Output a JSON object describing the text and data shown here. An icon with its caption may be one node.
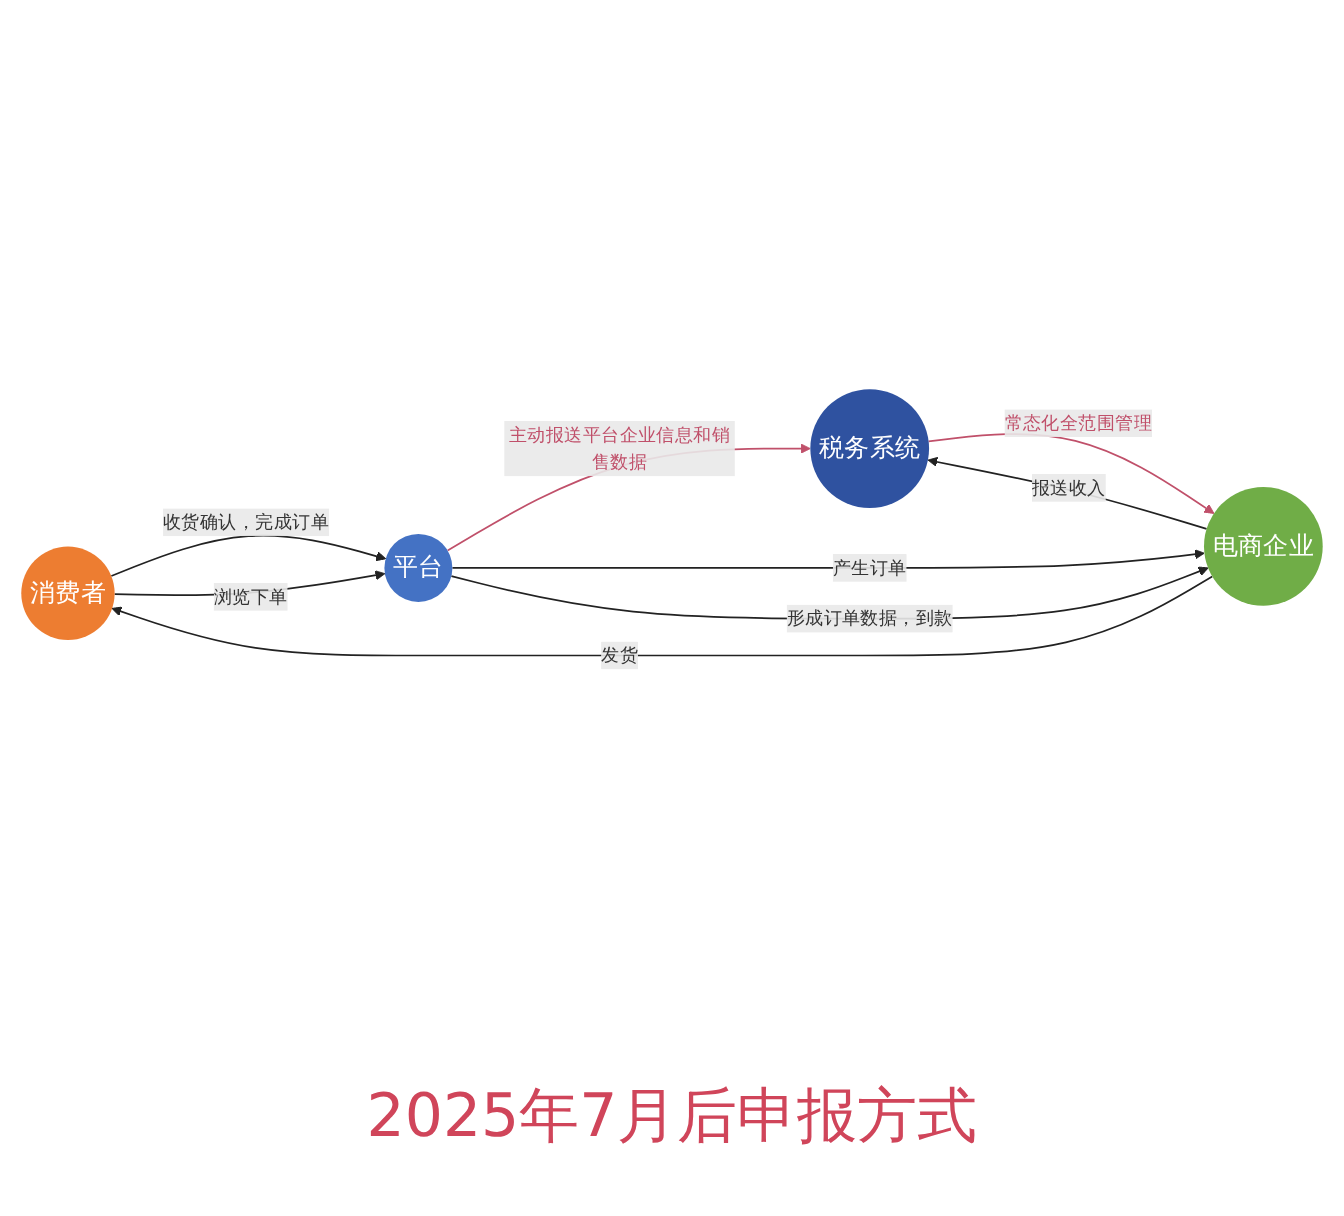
{
  "diagram": {
    "caption": "2025年7月后申报方式",
    "nodes": [
      {
        "text": [
          "消费者"
        ]
      },
      {
        "text": [
          "平台"
        ]
      },
      {
        "text": [
          "税务系统"
        ]
      },
      {
        "text": [
          "电商企业"
        ]
      }
    ],
    "edges": [
      {
        "from": 0,
        "to": 1,
        "arrow": "to",
        "label": "收货确认，完成订单"
      },
      {
        "from": 0,
        "to": 1,
        "arrow": "to",
        "label": "浏览下单"
      },
      {
        "from": 1,
        "to": 2,
        "arrow": "to",
        "label": "主动报送平台企业信息和销售数据",
        "color": "#c0506a"
      },
      {
        "from": 3,
        "to": 0,
        "arrow": "to",
        "label": "发货"
      },
      {
        "from": 1,
        "to": 3,
        "arrow": "to",
        "label": "产生订单"
      },
      {
        "from": 1,
        "to": 3,
        "arrow": "to",
        "label": "形成订单数据，到款"
      },
      {
        "from": 3,
        "to": 2,
        "arrow": "to",
        "label": "报送收入"
      },
      {
        "from": 2,
        "to": 3,
        "arrow": "to",
        "label": "常态化全范围管理",
        "color": "#c0506a"
      }
    ]
  }
}
